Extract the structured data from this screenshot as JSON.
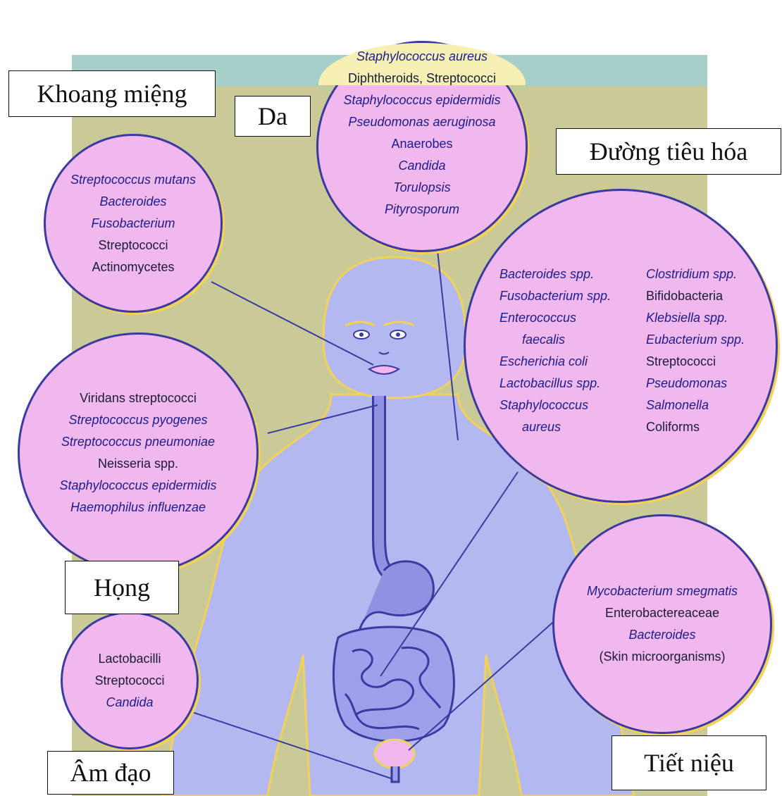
{
  "labels": {
    "oral": "Khoang miệng",
    "skin": "Da",
    "gi": "Đường tiêu hóa",
    "throat": "Họng",
    "vagina": "Âm đạo",
    "urinary": "Tiết niệu"
  },
  "skin": {
    "items": [
      {
        "text": "Staphylococcus aureus",
        "italic": true
      },
      {
        "text": "Diphtheroids, Streptococci",
        "italic": false
      },
      {
        "text": "Staphylococcus epidermidis",
        "italic": true
      },
      {
        "text": "Pseudomonas aeruginosa",
        "italic": true
      },
      {
        "text": "Anaerobes",
        "italic": false
      },
      {
        "text": "Candida",
        "italic": true
      },
      {
        "text": "Torulopsis",
        "italic": true
      },
      {
        "text": "Pityrosporum",
        "italic": true
      }
    ]
  },
  "oral": {
    "items": [
      {
        "text": "Streptococcus mutans",
        "italic": true
      },
      {
        "text": "Bacteroides",
        "italic": true
      },
      {
        "text": "Fusobacterium",
        "italic": true
      },
      {
        "text": "Streptococci",
        "italic": false
      },
      {
        "text": "Actinomycetes",
        "italic": false
      }
    ]
  },
  "throat": {
    "items": [
      {
        "text": "Viridans streptococci",
        "italic": false
      },
      {
        "text": "Streptococcus pyogenes",
        "italic": true
      },
      {
        "text": "Streptococcus pneumoniae",
        "italic": true
      },
      {
        "text": "Neisseria spp.",
        "italic": false
      },
      {
        "text": "Staphylococcus epidermidis",
        "italic": true
      },
      {
        "text": "Haemophilus influenzae",
        "italic": true
      }
    ]
  },
  "gi": {
    "left": [
      {
        "text": "Bacteroides spp.",
        "italic": false
      },
      {
        "text": "Fusobacterium spp.",
        "italic": false
      },
      {
        "text": "Enterococcus",
        "italic": true
      },
      {
        "text": "faecalis",
        "italic": true
      },
      {
        "text": "Escherichia coli",
        "italic": true
      },
      {
        "text": "Lactobacillus spp.",
        "italic": false
      },
      {
        "text": "Staphylococcus",
        "italic": true
      },
      {
        "text": "aureus",
        "italic": true
      }
    ],
    "right": [
      {
        "text": "Clostridium spp.",
        "italic": false
      },
      {
        "text": "Bifidobacteria",
        "italic": false
      },
      {
        "text": "Klebsiella spp.",
        "italic": false
      },
      {
        "text": "Eubacterium spp.",
        "italic": false
      },
      {
        "text": "Streptococci",
        "italic": false
      },
      {
        "text": "Pseudomonas",
        "italic": true
      },
      {
        "text": "Salmonella",
        "italic": true
      },
      {
        "text": "Coliforms",
        "italic": false
      }
    ]
  },
  "urinary": {
    "items": [
      {
        "text": "Mycobacterium smegmatis",
        "italic": true
      },
      {
        "text": "Enterobactereaceae",
        "italic": false
      },
      {
        "text": "Bacteroides",
        "italic": true
      },
      {
        "text": "(Skin microorganisms)",
        "italic": false
      }
    ]
  },
  "vagina": {
    "items": [
      {
        "text": "Lactobacilli",
        "italic": false
      },
      {
        "text": "Streptococci",
        "italic": false
      },
      {
        "text": "Candida",
        "italic": true
      }
    ]
  },
  "colors": {
    "panel": "#c9ca97",
    "circle": "#f0b8ec",
    "body": "#b4b8f0",
    "text": "#1c1c8a"
  }
}
